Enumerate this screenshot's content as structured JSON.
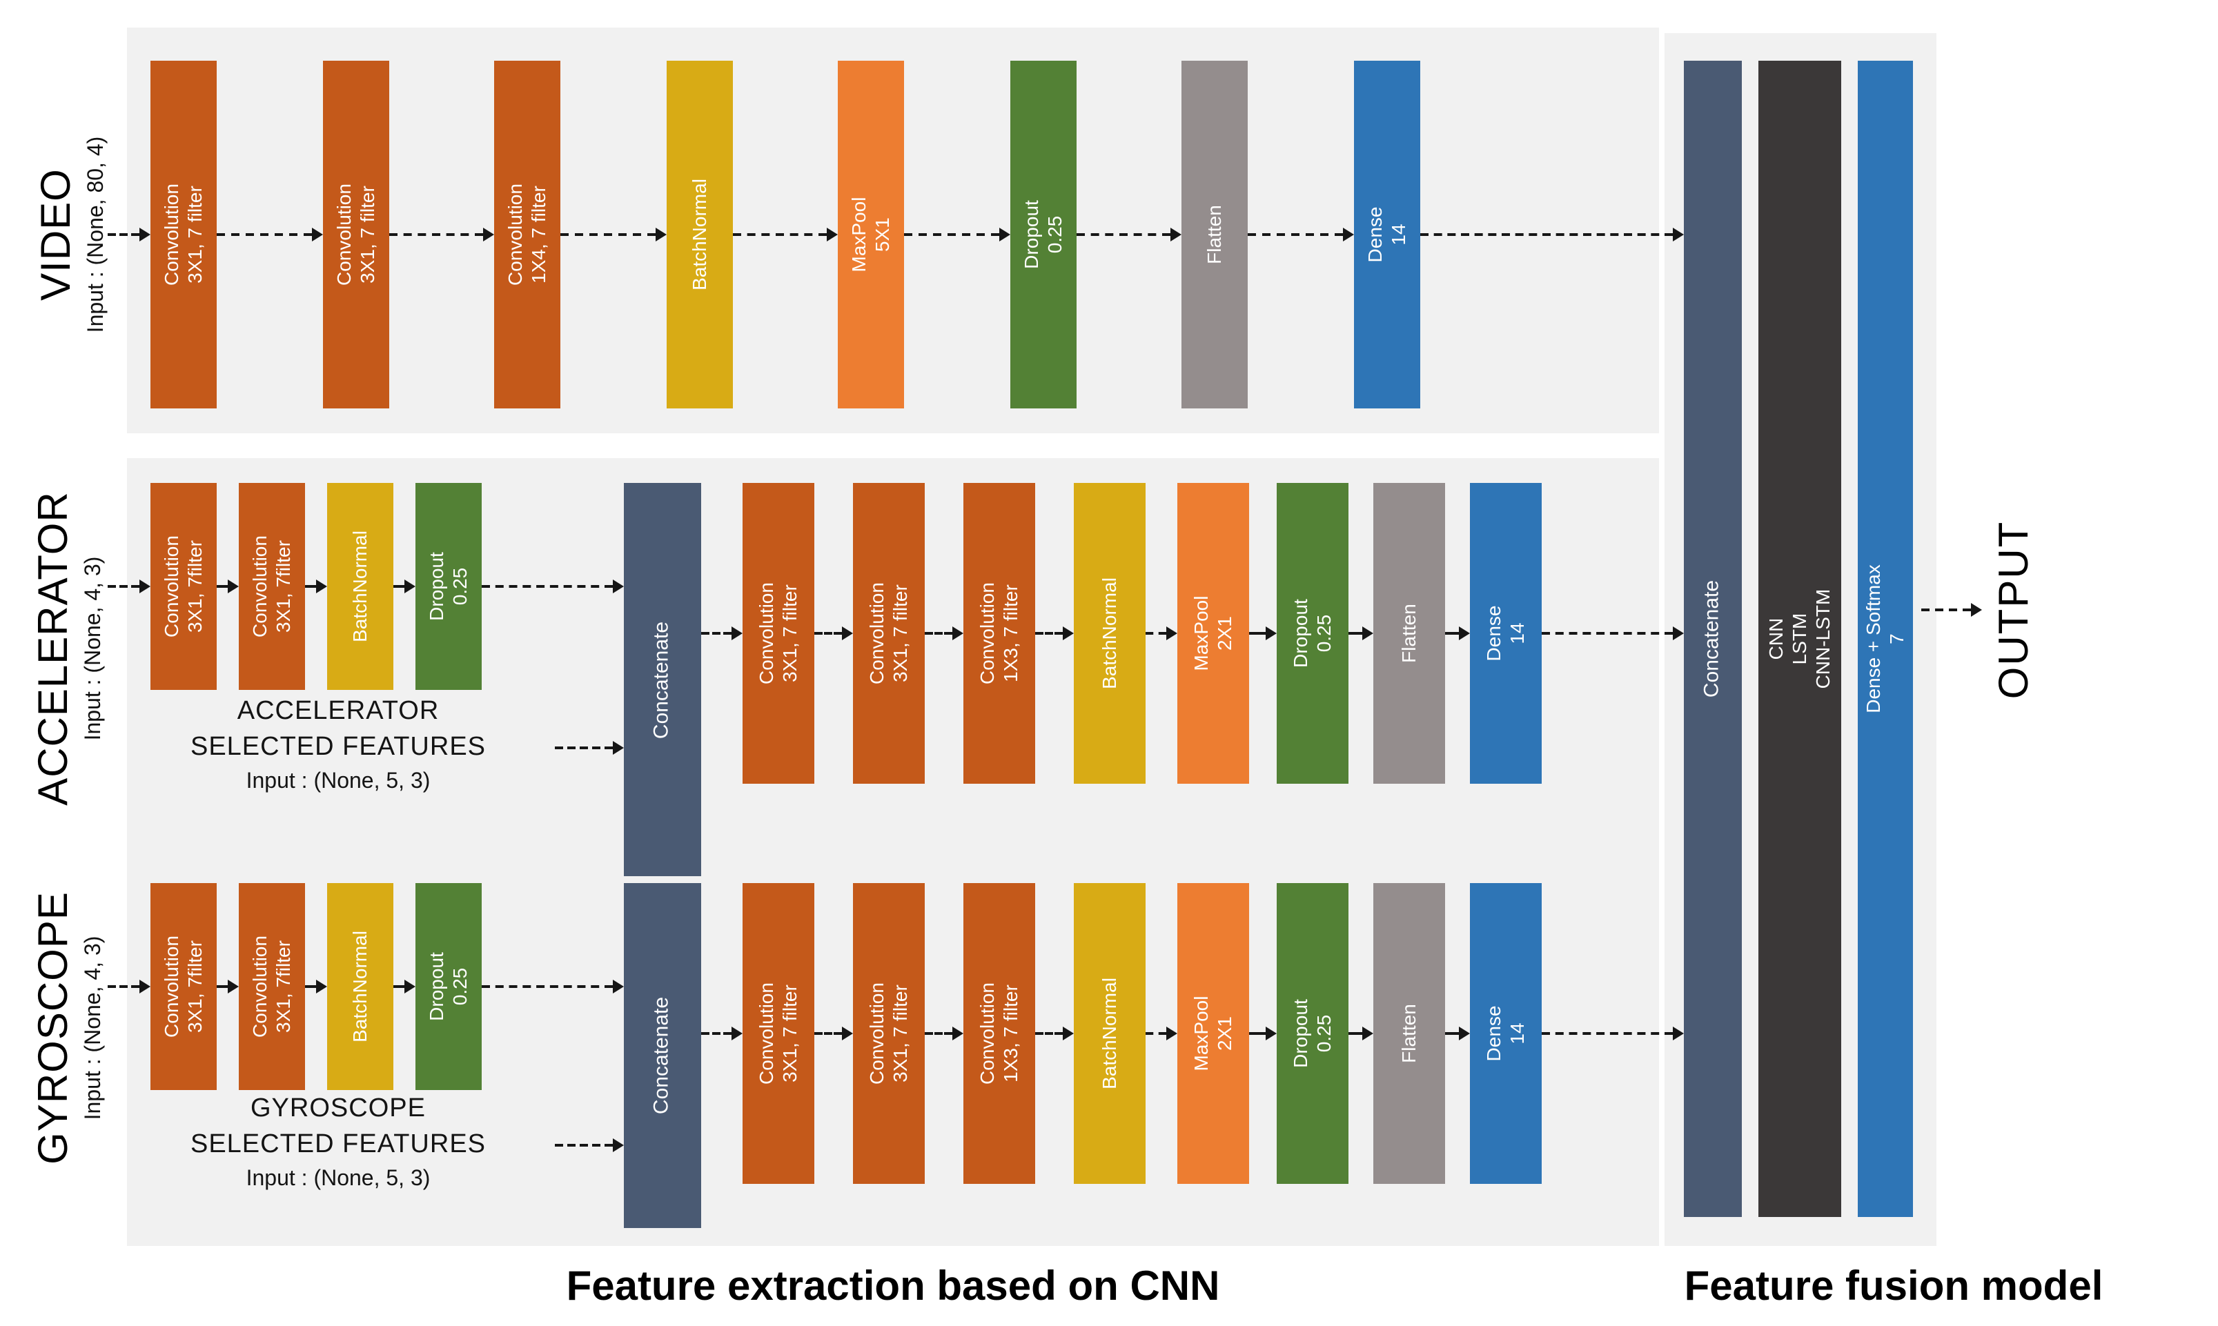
{
  "captions": {
    "extraction": "Feature extraction based on CNN",
    "fusion": "Feature fusion model"
  },
  "colors": {
    "conv": "#C4591A",
    "batch": "#D8AB15",
    "maxpool": "#ED7D31",
    "dropout": "#538135",
    "flatten": "#948D8D",
    "dense": "#2E75B6",
    "concat": "#4A5A73",
    "models": "#3B3838",
    "panel": "#F1F1F1"
  },
  "rows": {
    "video": {
      "label": "VIDEO",
      "input": "Input : (None, 80, 4)",
      "blocks": [
        {
          "name": "conv1",
          "kind": "conv",
          "label": "Convolution\n3X1, 7 filter"
        },
        {
          "name": "conv2",
          "kind": "conv",
          "label": "Convolution\n3X1, 7 filter"
        },
        {
          "name": "conv3",
          "kind": "conv",
          "label": "Convolution\n1X4, 7 filter"
        },
        {
          "name": "batchnormal",
          "kind": "batch",
          "label": "BatchNormal"
        },
        {
          "name": "maxpool",
          "kind": "maxpool",
          "label": "MaxPool\n5X1"
        },
        {
          "name": "dropout",
          "kind": "dropout",
          "label": "Dropout\n0.25"
        },
        {
          "name": "flatten",
          "kind": "flatten",
          "label": "Flatten"
        },
        {
          "name": "dense",
          "kind": "dense",
          "label": "Dense\n14"
        }
      ]
    },
    "accelerator": {
      "label": "ACCELERATOR",
      "input": "Input : (None, 4, 3)",
      "pre_blocks": [
        {
          "name": "conv1",
          "kind": "conv",
          "label": "Convolution\n3X1, 7filter"
        },
        {
          "name": "conv2",
          "kind": "conv",
          "label": "Convolution\n3X1, 7filter"
        },
        {
          "name": "batchnormal",
          "kind": "batch",
          "label": "BatchNormal"
        },
        {
          "name": "dropout",
          "kind": "dropout",
          "label": "Dropout\n0.25"
        }
      ],
      "concat_label": "Concatenate",
      "selected": {
        "line1": "ACCELERATOR",
        "line2": "SELECTED FEATURES",
        "line3": "Input : (None, 5, 3)"
      },
      "post_blocks": [
        {
          "name": "conv1",
          "kind": "conv",
          "label": "Convolution\n3X1, 7 filter"
        },
        {
          "name": "conv2",
          "kind": "conv",
          "label": "Convolution\n3X1, 7 filter"
        },
        {
          "name": "conv3",
          "kind": "conv",
          "label": "Convolution\n1X3, 7 filter"
        },
        {
          "name": "batchnormal",
          "kind": "batch",
          "label": "BatchNormal"
        },
        {
          "name": "maxpool",
          "kind": "maxpool",
          "label": "MaxPool\n2X1"
        },
        {
          "name": "dropout",
          "kind": "dropout",
          "label": "Dropout\n0.25"
        },
        {
          "name": "flatten",
          "kind": "flatten",
          "label": "Flatten"
        },
        {
          "name": "dense",
          "kind": "dense",
          "label": "Dense\n14"
        }
      ]
    },
    "gyroscope": {
      "label": "GYROSCOPE",
      "input": "Input : (None, 4, 3)",
      "pre_blocks": [
        {
          "name": "conv1",
          "kind": "conv",
          "label": "Convolution\n3X1, 7filter"
        },
        {
          "name": "conv2",
          "kind": "conv",
          "label": "Convolution\n3X1, 7filter"
        },
        {
          "name": "batchnormal",
          "kind": "batch",
          "label": "BatchNormal"
        },
        {
          "name": "dropout",
          "kind": "dropout",
          "label": "Dropout\n0.25"
        }
      ],
      "concat_label": "Concatenate",
      "selected": {
        "line1": "GYROSCOPE",
        "line2": "SELECTED FEATURES",
        "line3": "Input : (None, 5, 3)"
      },
      "post_blocks": [
        {
          "name": "conv1",
          "kind": "conv",
          "label": "Convolution\n3X1, 7 filter"
        },
        {
          "name": "conv2",
          "kind": "conv",
          "label": "Convolution\n3X1, 7 filter"
        },
        {
          "name": "conv3",
          "kind": "conv",
          "label": "Convolution\n1X3, 7 filter"
        },
        {
          "name": "batchnormal",
          "kind": "batch",
          "label": "BatchNormal"
        },
        {
          "name": "maxpool",
          "kind": "maxpool",
          "label": "MaxPool\n2X1"
        },
        {
          "name": "dropout",
          "kind": "dropout",
          "label": "Dropout\n0.25"
        },
        {
          "name": "flatten",
          "kind": "flatten",
          "label": "Flatten"
        },
        {
          "name": "dense",
          "kind": "dense",
          "label": "Dense\n14"
        }
      ]
    }
  },
  "fusion": {
    "concatenate": "Concatenate",
    "models": "CNN\nLSTM\nCNN-LSTM",
    "dense": "Dense + Softmax\n7",
    "output": "OUTPUT"
  }
}
